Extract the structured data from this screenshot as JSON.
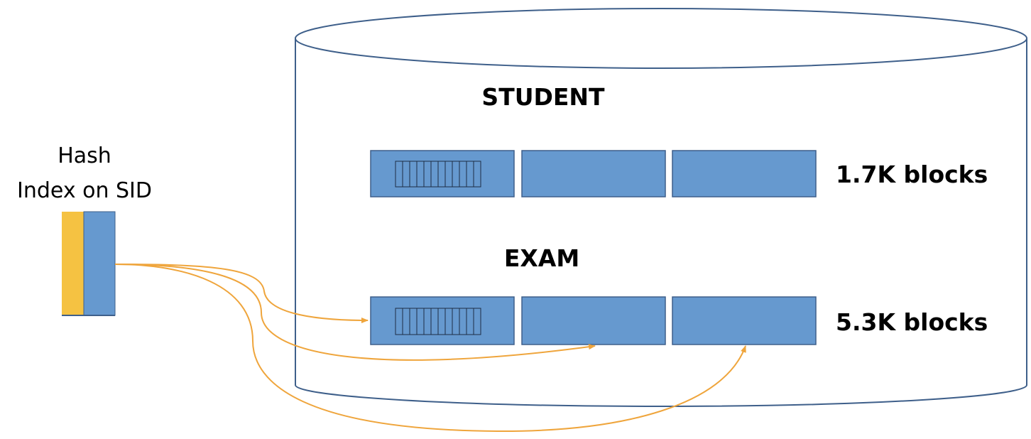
{
  "index": {
    "title_line1": "Hash",
    "title_line2": "Index on SID"
  },
  "database": {
    "tables": [
      {
        "name": "STUDENT",
        "size": "1.7K blocks",
        "block_count": 3
      },
      {
        "name": "EXAM",
        "size": "5.3K blocks",
        "block_count": 3
      }
    ]
  },
  "colors": {
    "block_fill": "#6699CF",
    "block_stroke": "#3E5F8A",
    "index_key_fill": "#F5C242",
    "pointer_arrow": "#EFA53C",
    "cylinder_stroke": "#3E5F8A"
  }
}
